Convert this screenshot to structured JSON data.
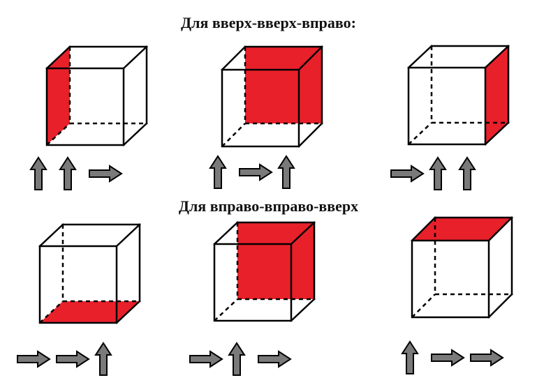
{
  "sections": [
    {
      "title": "Для вверх-вверх-вправо:",
      "items": [
        {
          "highlight": "left",
          "arrows": [
            "up",
            "up",
            "right"
          ]
        },
        {
          "highlight": "back",
          "arrows": [
            "up",
            "right",
            "up"
          ]
        },
        {
          "highlight": "right",
          "arrows": [
            "right",
            "up",
            "up"
          ]
        }
      ]
    },
    {
      "title": "Для вправо-вправо-вверх",
      "items": [
        {
          "highlight": "bottom",
          "arrows": [
            "right",
            "right",
            "up"
          ]
        },
        {
          "highlight": "back",
          "arrows": [
            "right",
            "up",
            "right"
          ]
        },
        {
          "highlight": "top",
          "arrows": [
            "up",
            "right",
            "right"
          ]
        }
      ]
    }
  ],
  "colors": {
    "face": "#e8202a",
    "arrow": "#7a7a7a",
    "line": "#000000"
  }
}
